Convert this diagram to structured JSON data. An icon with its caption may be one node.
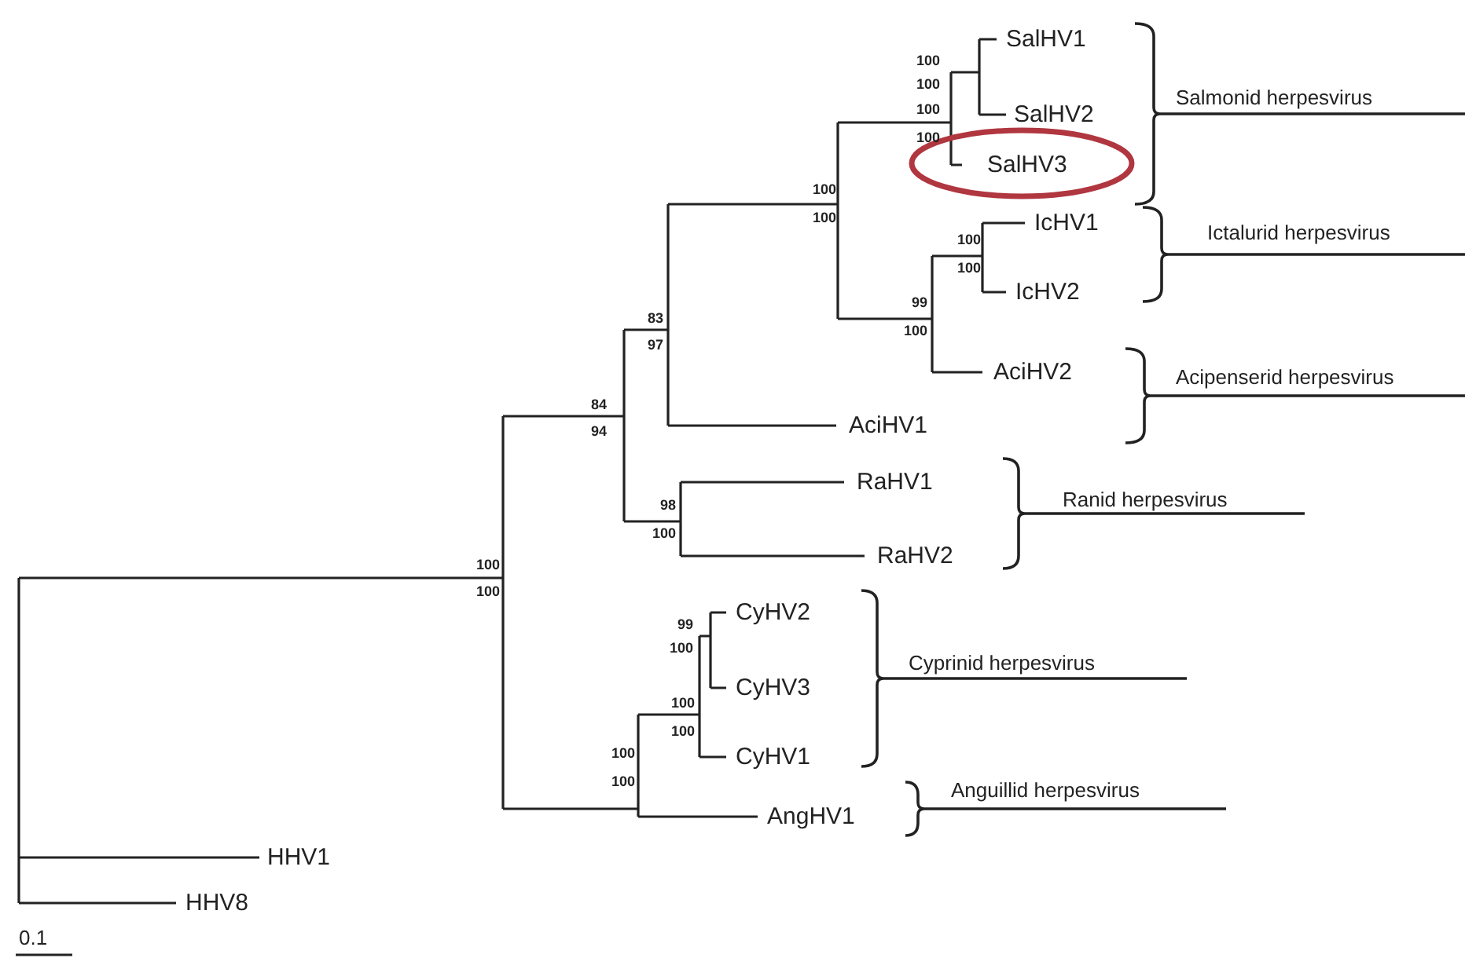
{
  "diagram": {
    "nodes": [
      {
        "text": [
          "SalHV1"
        ]
      },
      {
        "text": [
          "SalHV2"
        ]
      },
      {
        "text": [
          "SalHV3"
        ]
      },
      {
        "text": [
          "IcHV1"
        ]
      },
      {
        "text": [
          "IcHV2"
        ]
      },
      {
        "text": [
          "AciHV2"
        ]
      },
      {
        "text": [
          "AciHV1"
        ]
      },
      {
        "text": [
          "RaHV1"
        ]
      },
      {
        "text": [
          "RaHV2"
        ]
      },
      {
        "text": [
          "CyHV2"
        ]
      },
      {
        "text": [
          "CyHV3"
        ]
      },
      {
        "text": [
          "CyHV1"
        ]
      },
      {
        "text": [
          "AngHV1"
        ]
      },
      {
        "text": [
          "HHV1"
        ]
      },
      {
        "text": [
          "HHV8"
        ]
      }
    ],
    "labels": [
      "100",
      "100",
      "Salmonid herpesvirus",
      "100",
      "100",
      "100",
      "100",
      "Ictalurid herpesvirus",
      "100",
      "100",
      "99",
      "83",
      "100",
      "97",
      "Acipenserid herpesvirus",
      "84",
      "94",
      "Ranid herpesvirus",
      "98",
      "100",
      "100",
      "100",
      "99",
      "100",
      "Cyprinid herpesvirus",
      "100",
      "100",
      "100",
      "100",
      "Anguillid herpesvirus",
      "0.1"
    ]
  }
}
